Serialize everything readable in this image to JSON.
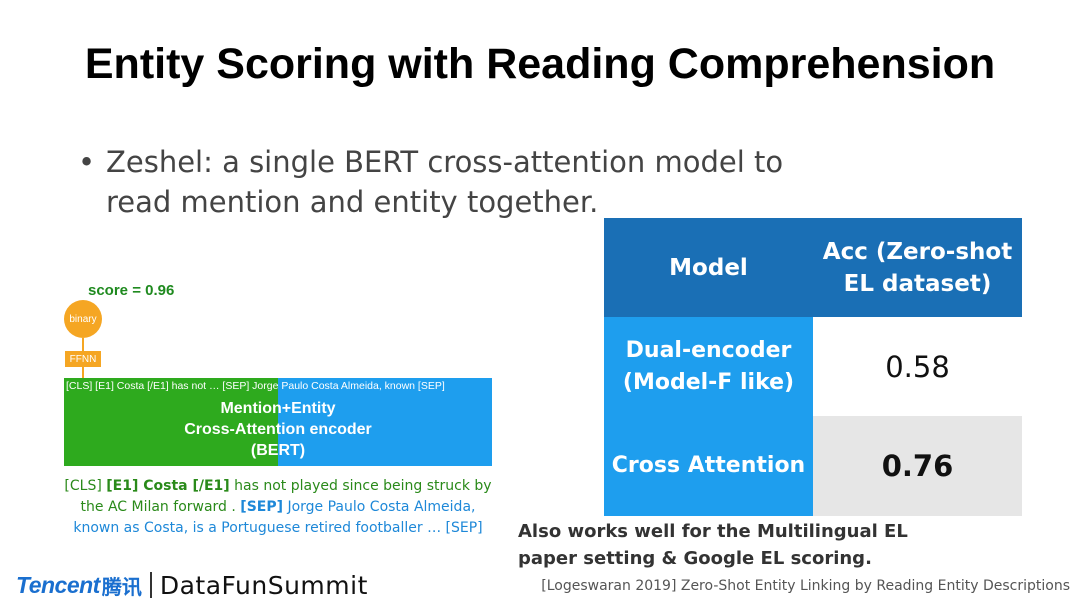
{
  "slide": {
    "title": "Entity Scoring with Reading Comprehension",
    "bullet_dot": "•",
    "bullet": "Zeshel: a single BERT cross-attention model to read mention and entity together."
  },
  "diagram": {
    "score": "score = 0.96",
    "binary": "binary",
    "ffnn": "FFNN",
    "tokens": "[CLS]  [E1] Costa [/E1] has not …  [SEP] Jorge Paulo Costa Almeida, known [SEP]",
    "encoder_line1": "Mention+Entity",
    "encoder_line2": "Cross-Attention encoder",
    "encoder_line3": "(BERT)",
    "caption": {
      "cls": "[CLS] ",
      "e1": "[E1] Costa [/E1]",
      "mention_text": " has not played since being struck by the AC Milan forward . ",
      "sep": "[SEP]",
      "entity_text": " Jorge Paulo Costa Almeida, known as Costa, is a Portuguese retired footballer … [SEP]"
    },
    "colors": {
      "mention": "#2eaa1e",
      "entity": "#1e9eee",
      "head": "#f5a623"
    }
  },
  "table": {
    "header_model": "Model",
    "header_acc": "Acc (Zero-shot EL dataset)",
    "rows": [
      {
        "model": "Dual-encoder (Model-F like)",
        "acc": "0.58"
      },
      {
        "model": "Cross Attention",
        "acc": "0.76"
      }
    ]
  },
  "note": "Also works well for the Multilingual EL paper setting & Google EL scoring.",
  "footer": {
    "logo_en": "Tencent",
    "logo_cn": "腾讯",
    "brand": "DataFunSummit",
    "citation": "[Logeswaran 2019] Zero-Shot Entity Linking by Reading Entity Descriptions"
  }
}
